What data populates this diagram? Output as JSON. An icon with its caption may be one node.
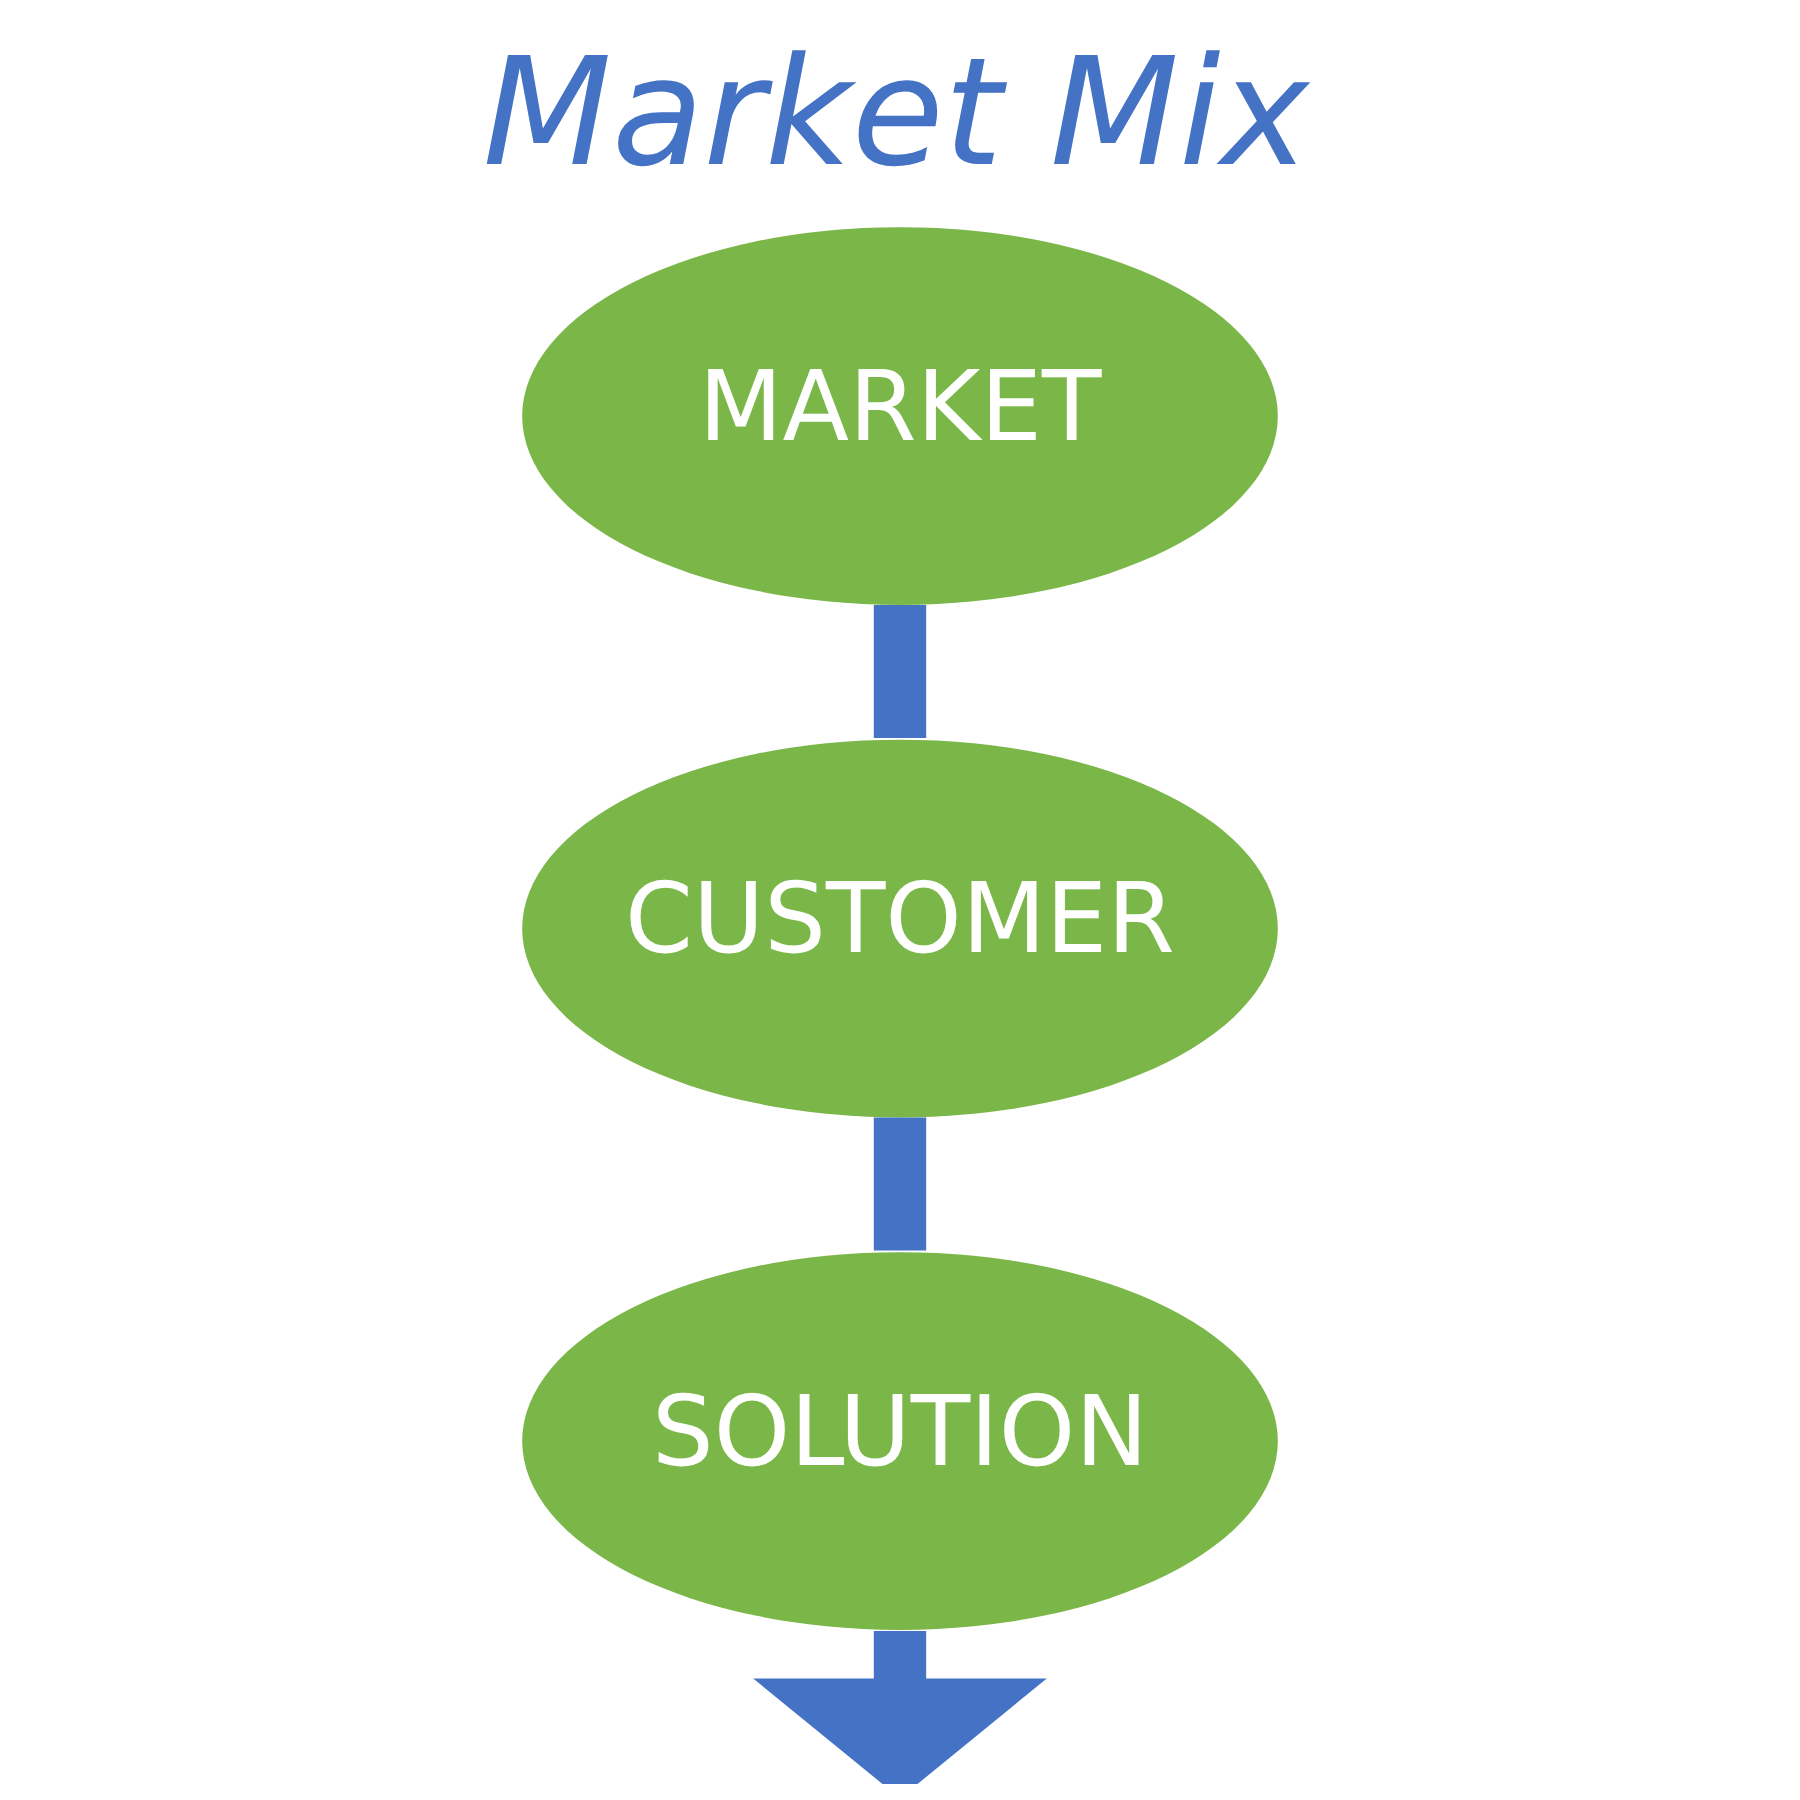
{
  "diagram": {
    "title": "Market Mix",
    "nodes": [
      {
        "text": [
          "MARKET"
        ]
      },
      {
        "text": [
          "CUSTOMER"
        ]
      },
      {
        "text": [
          "SOLUTION"
        ]
      }
    ],
    "edges": [
      {
        "from": 0,
        "to": 1,
        "arrow": "none"
      },
      {
        "from": 1,
        "to": 2,
        "arrow": "none"
      },
      {
        "from": 2,
        "to": null,
        "arrow": "to"
      }
    ]
  }
}
